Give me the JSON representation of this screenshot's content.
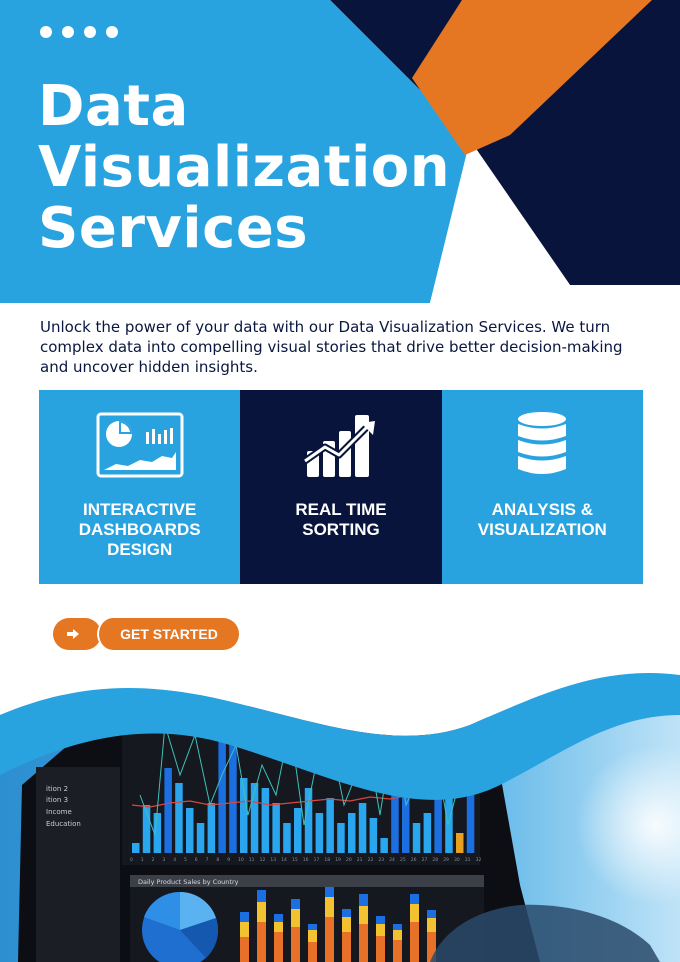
{
  "header": {
    "title_lines": [
      "Data",
      "Visualization",
      "Services"
    ]
  },
  "intro": {
    "text": "Unlock the power of your data with our Data Visualization Services. We turn complex data into compelling visual stories that drive better decision-making and uncover hidden insights."
  },
  "features": [
    {
      "icon": "dashboard-chart-icon",
      "label": "INTERACTIVE DASHBOARDS DESIGN"
    },
    {
      "icon": "growth-bar-chart-icon",
      "label": "REAL TIME SORTING"
    },
    {
      "icon": "database-icon",
      "label": "ANALYSIS & VISUALIZATION"
    }
  ],
  "cta": {
    "label": "GET STARTED",
    "icon": "arrow-right-icon"
  },
  "photo": {
    "legend_items": [
      "ition 2",
      "ition 3",
      "Income",
      "Education"
    ],
    "axis_numbers": [
      "0",
      "1",
      "2",
      "3",
      "4",
      "5",
      "6",
      "7",
      "8",
      "9",
      "10",
      "11",
      "12",
      "13",
      "14",
      "15",
      "16",
      "17",
      "18",
      "19",
      "20",
      "21",
      "22",
      "23",
      "24",
      "25",
      "26",
      "27",
      "28",
      "29",
      "30",
      "31",
      "32"
    ],
    "panel_title": "Daily Product Sales by Country"
  },
  "colors": {
    "primary_blue": "#29a3df",
    "navy": "#08143c",
    "orange": "#e57722",
    "white": "#ffffff"
  }
}
